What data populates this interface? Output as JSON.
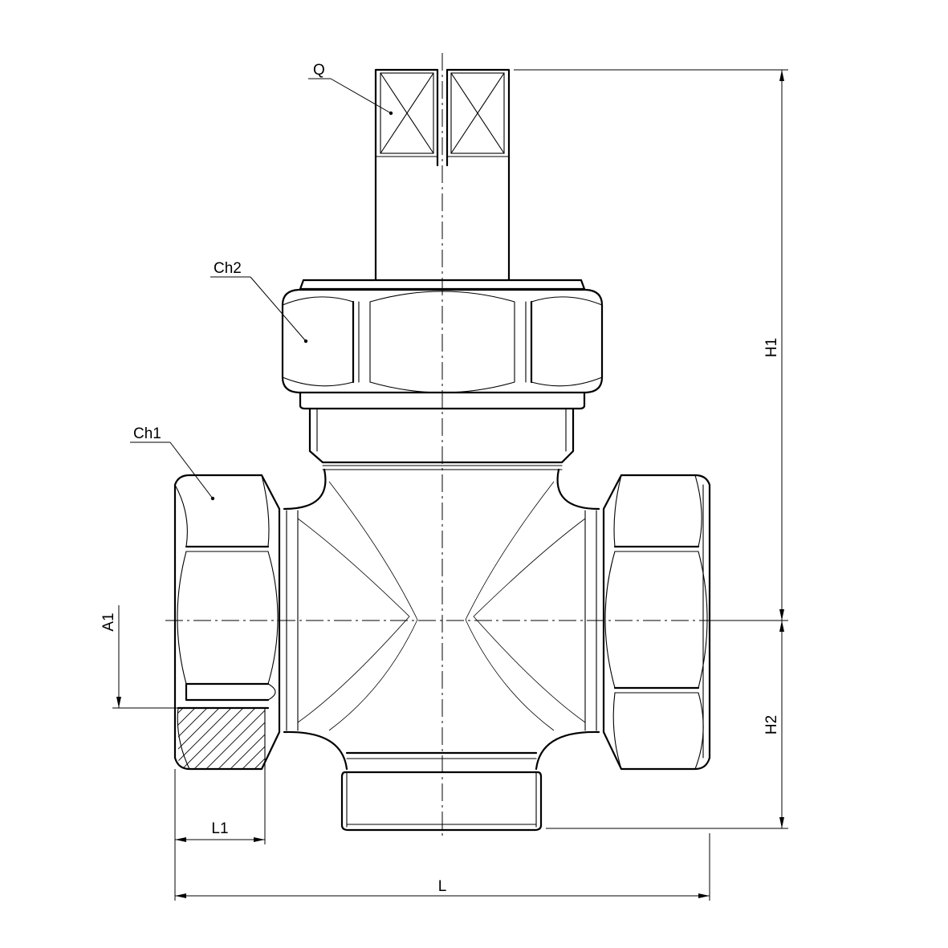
{
  "diagram": {
    "labels": {
      "q": "Q",
      "ch1": "Ch1",
      "ch2": "Ch2",
      "a1": "A1",
      "h1": "H1",
      "h2": "H2",
      "l1": "L1",
      "l": "L"
    }
  }
}
